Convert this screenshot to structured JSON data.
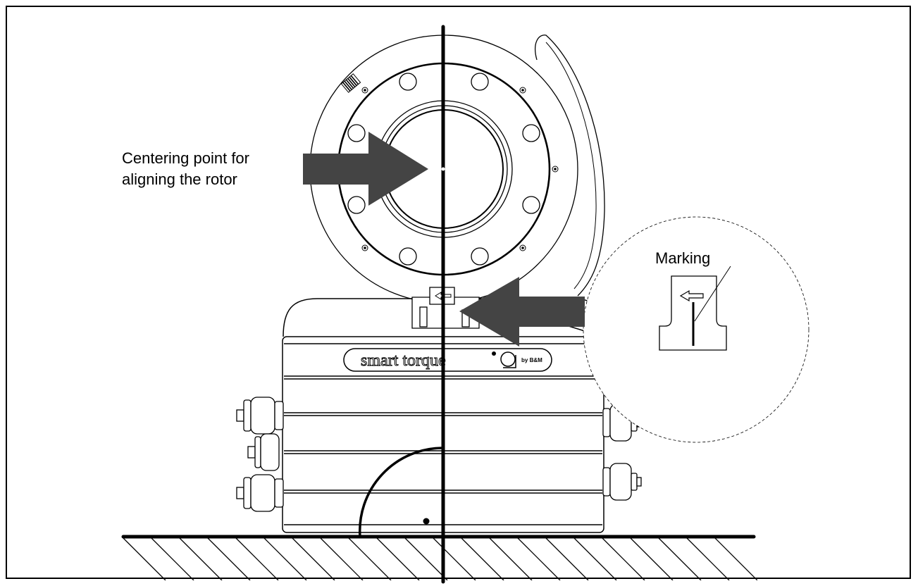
{
  "labels": {
    "centering_line1": "Centering point for",
    "centering_line2": "aligning the rotor",
    "marking": "Marking"
  },
  "device": {
    "brand": "smart torque",
    "brand_suffix": "by ",
    "maker": "B&M"
  },
  "colors": {
    "line": "#000000",
    "arrow": "#444444",
    "background": "#ffffff"
  },
  "icons": {
    "arrow_in_marking": "left-arrow-icon",
    "logo": "circle-logo-icon"
  }
}
